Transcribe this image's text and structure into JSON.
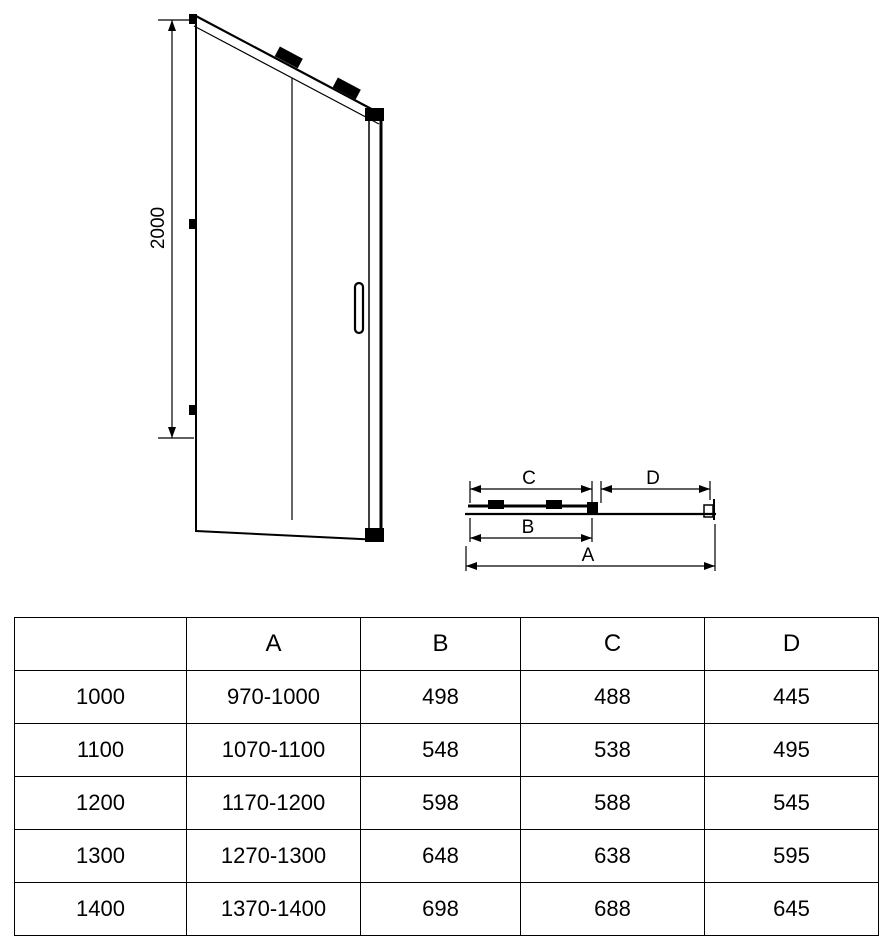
{
  "diagram": {
    "height_label": "2000",
    "dims": {
      "a": "A",
      "b": "B",
      "c": "C",
      "d": "D"
    }
  },
  "table": {
    "headers": [
      "",
      "A",
      "B",
      "C",
      "D"
    ],
    "rows": [
      [
        "1000",
        "970-1000",
        "498",
        "488",
        "445"
      ],
      [
        "1100",
        "1070-1100",
        "548",
        "538",
        "495"
      ],
      [
        "1200",
        "1170-1200",
        "598",
        "588",
        "545"
      ],
      [
        "1300",
        "1270-1300",
        "648",
        "638",
        "595"
      ],
      [
        "1400",
        "1370-1400",
        "698",
        "688",
        "645"
      ]
    ]
  },
  "colors": {
    "line": "#000000",
    "background": "#ffffff"
  }
}
